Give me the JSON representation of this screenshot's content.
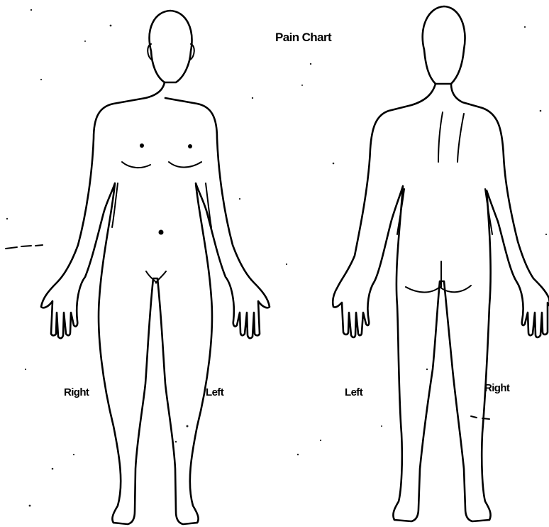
{
  "title": "Pain Chart",
  "front_view": {
    "label_right": "Right",
    "label_left": "Left"
  },
  "back_view": {
    "label_left": "Left",
    "label_right": "Right"
  },
  "colors": {
    "ink": "#000000",
    "paper": "#ffffff"
  }
}
